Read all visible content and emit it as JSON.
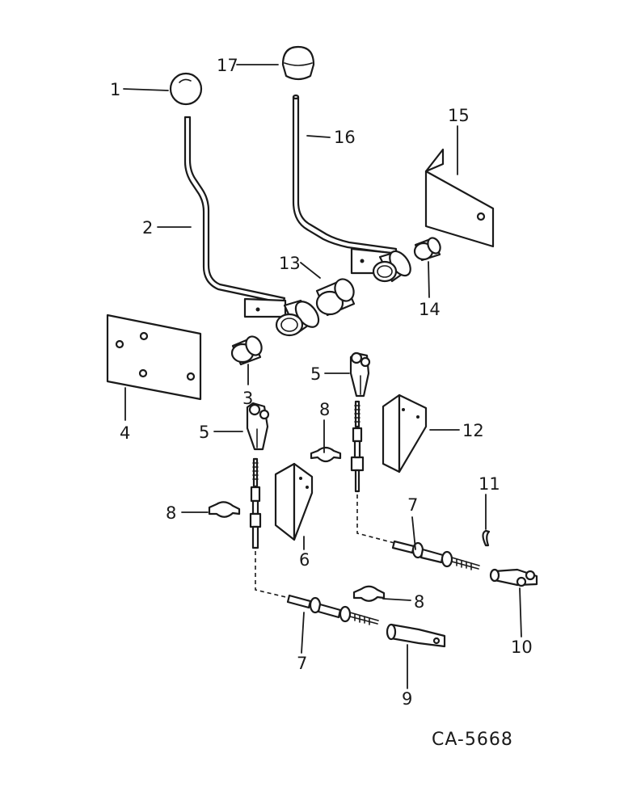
{
  "diagram": {
    "code": "CA-5668",
    "labels": {
      "p1": "1",
      "p2": "2",
      "p3": "3",
      "p4": "4",
      "p5a": "5",
      "p5b": "5",
      "p6": "6",
      "p7a": "7",
      "p7b": "7",
      "p8a": "8",
      "p8b": "8",
      "p8c": "8",
      "p9": "9",
      "p10": "10",
      "p11": "11",
      "p12": "12",
      "p13": "13",
      "p14": "14",
      "p15": "15",
      "p16": "16",
      "p17": "17"
    }
  }
}
